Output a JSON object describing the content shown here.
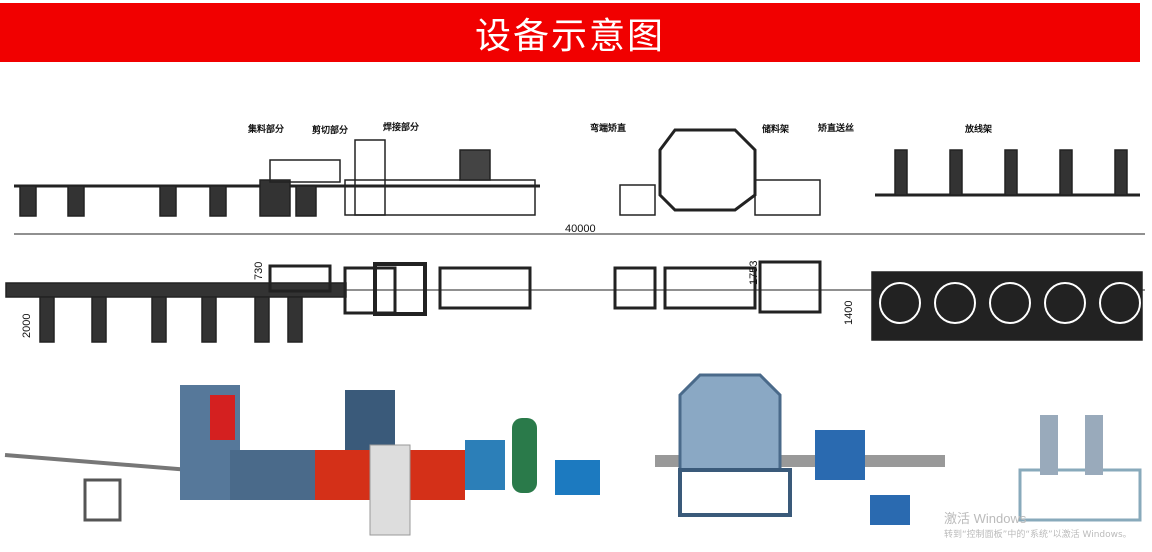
{
  "header": {
    "title": "设备示意图",
    "color": "#f10000"
  },
  "side_view": {
    "labels": [
      "集料部分",
      "剪切部分",
      "焊接部分",
      "弯端矫直",
      "储料架",
      "矫直送丝",
      "放线架"
    ],
    "total_length": "40000"
  },
  "plan_view": {
    "dims": [
      "730",
      "2000",
      "1753",
      "1400"
    ]
  },
  "watermark": {
    "line1": "激活 Windows",
    "line2": "转到“控制面板”中的“系统”以激活 Windows。"
  }
}
